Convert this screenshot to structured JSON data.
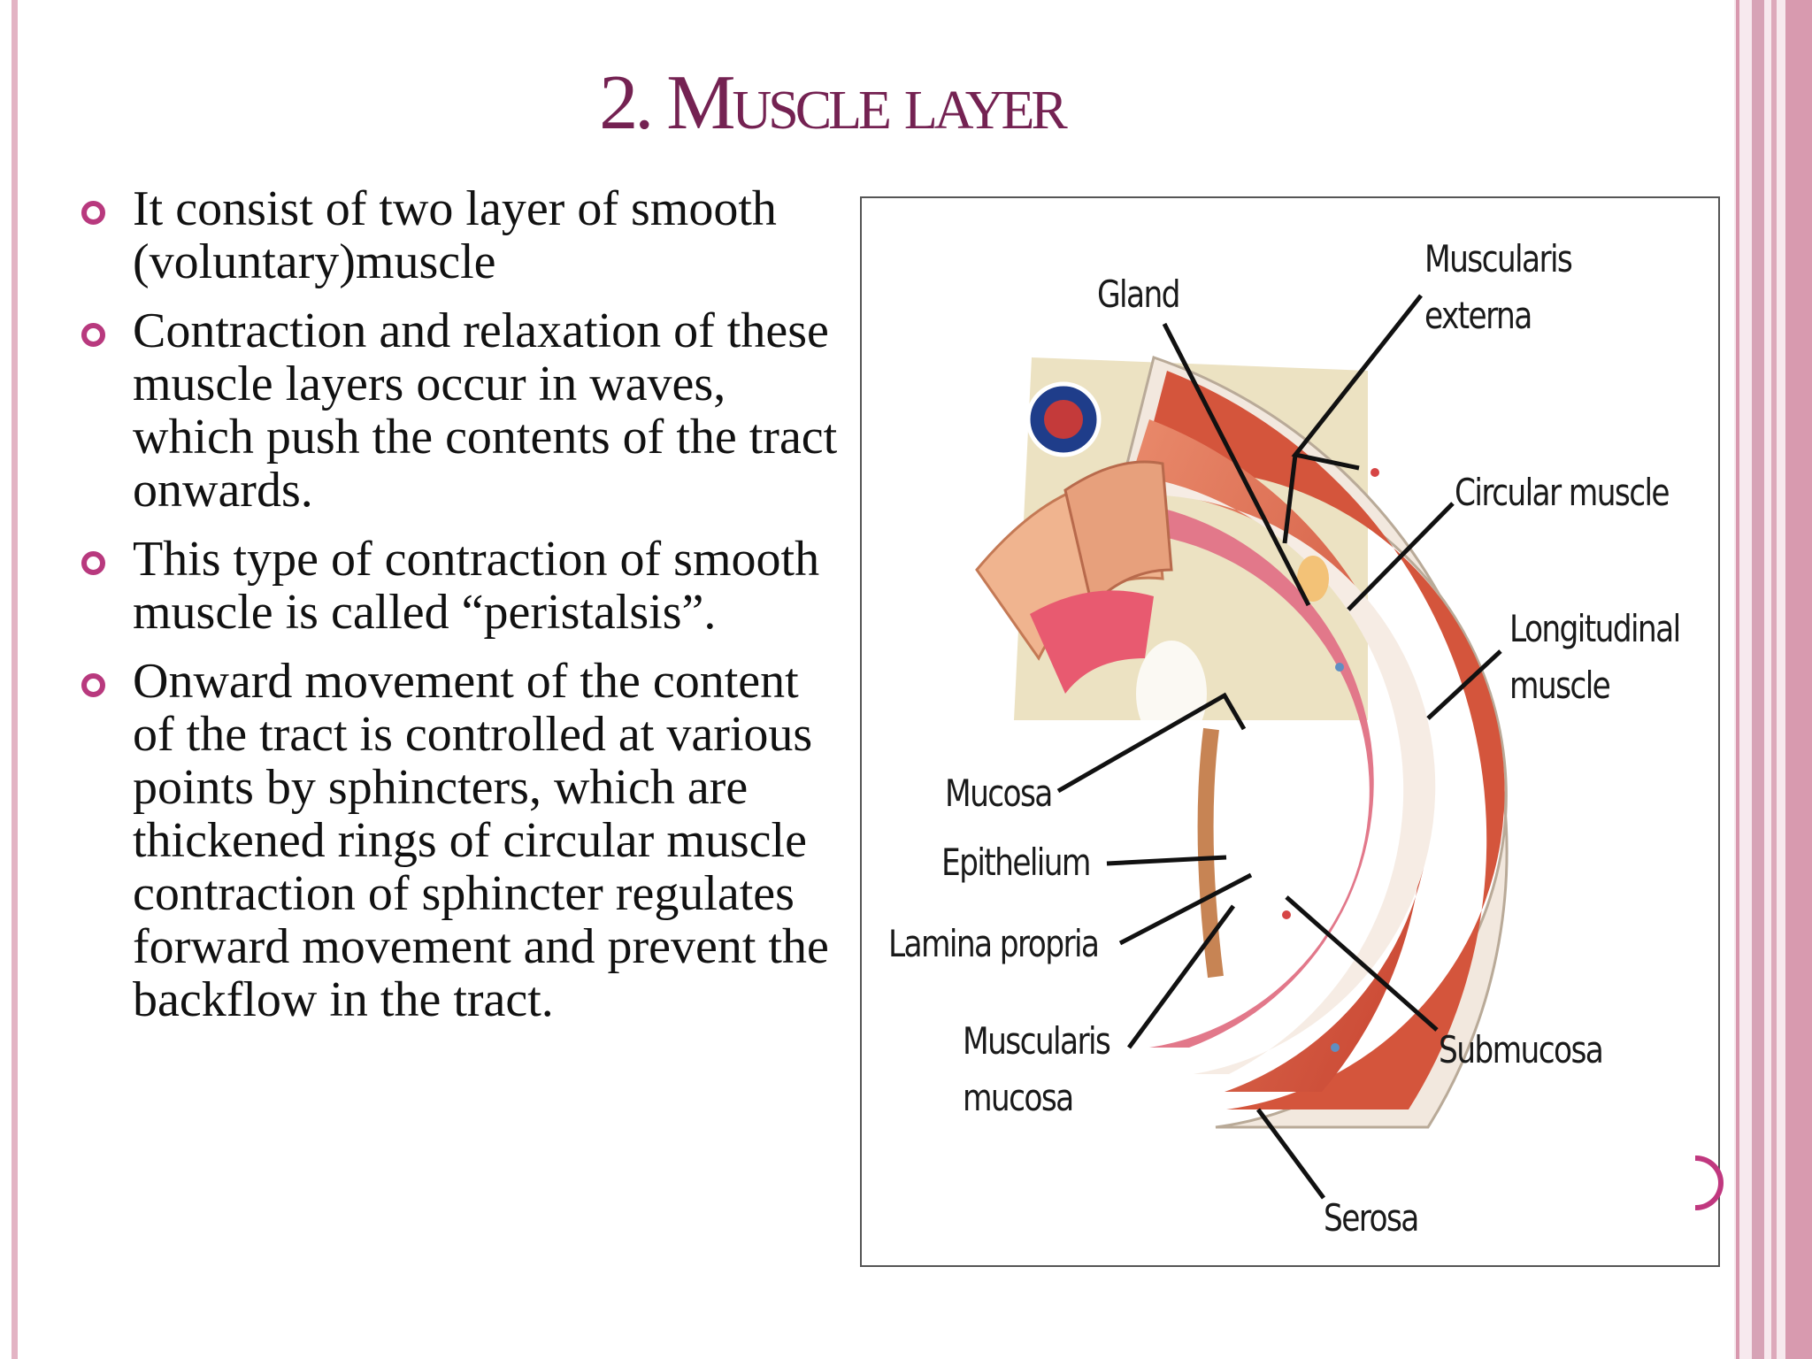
{
  "slide": {
    "title": "2. Muscle layer",
    "accent_color": "#742252",
    "bullet_color": "#b8397e",
    "border_color": "#e3b4c4"
  },
  "bullets": [
    {
      "text": "It consist of two layer of smooth (voluntary)muscle"
    },
    {
      "text": "Contraction and relaxation of these muscle layers occur in waves, which push the contents of the tract onwards."
    },
    {
      "text": "This type of contraction of smooth muscle is called “peristalsis”."
    },
    {
      "text": "Onward movement of the content of the tract is controlled at various points by sphincters, which are thickened rings of circular muscle contraction of sphincter regulates forward movement and prevent the backflow in the tract."
    }
  ],
  "figure": {
    "labels": {
      "gland": "Gland",
      "muscularis_externa_1": "Muscularis",
      "muscularis_externa_2": "externa",
      "circular_muscle": "Circular muscle",
      "longitudinal_muscle_1": "Longitudinal",
      "longitudinal_muscle_2": "muscle",
      "mucosa": "Mucosa",
      "epithelium": "Epithelium",
      "lamina_propria": "Lamina propria",
      "muscularis_mucosa_1": "Muscularis",
      "muscularis_mucosa_2": "mucosa",
      "submucosa": "Submucosa",
      "serosa": "Serosa"
    }
  }
}
